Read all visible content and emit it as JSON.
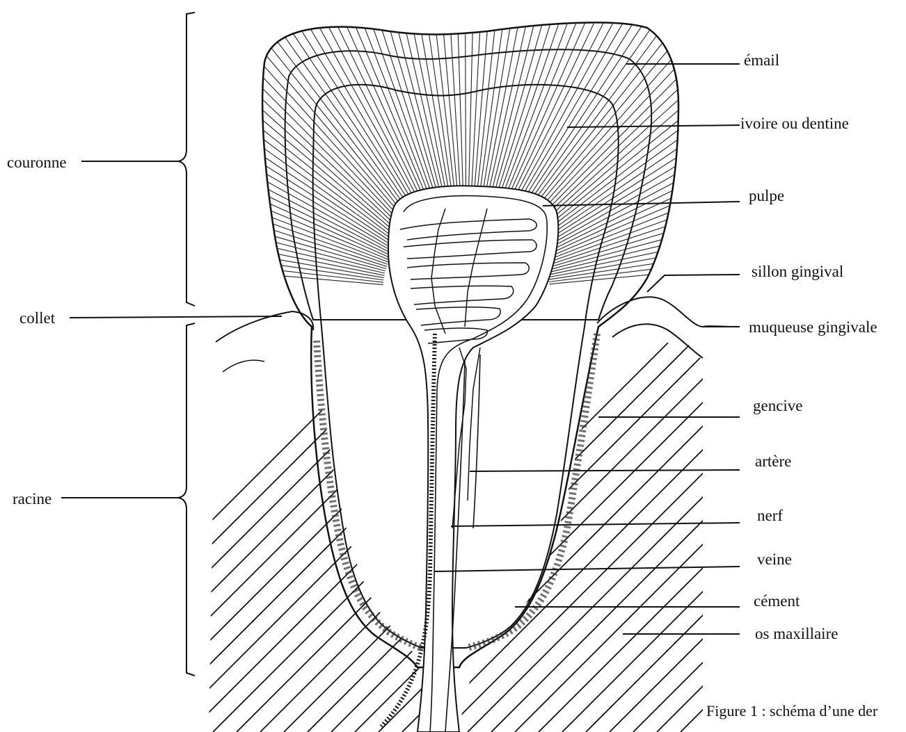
{
  "labels_left": {
    "couronne": "couronne",
    "collet": "collet",
    "racine": "racine"
  },
  "labels_right": {
    "email": "émail",
    "ivoire": "ivoire ou dentine",
    "pulpe": "pulpe",
    "sillon": "sillon gingival",
    "muqueuse": "muqueuse gingivale",
    "gencive": "gencive",
    "artere": "artère",
    "nerf": "nerf",
    "veine": "veine",
    "cement": "cément",
    "os": "os maxillaire"
  },
  "caption": "Figure 1 : schéma d’une der",
  "colors": {
    "ink": "#111111",
    "paper": "#ffffff"
  }
}
